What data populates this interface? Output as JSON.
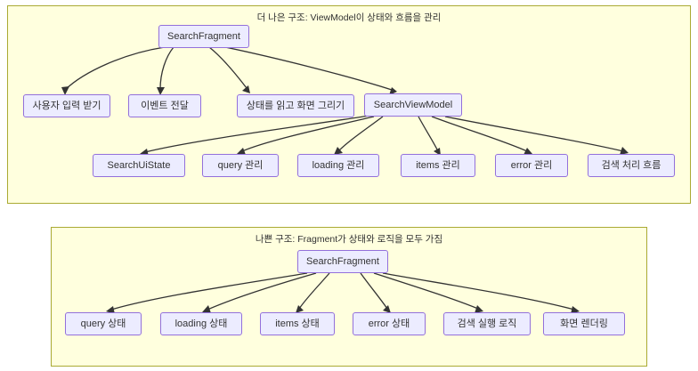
{
  "diagram": {
    "type": "flowchart",
    "panels": [
      {
        "id": "good",
        "title": "더 나은 구조: ViewModel이 상태와 흐름을 관리",
        "nodes": [
          {
            "id": "g-fragment",
            "label": "SearchFragment"
          },
          {
            "id": "g-input",
            "label": "사용자 입력 받기"
          },
          {
            "id": "g-event",
            "label": "이벤트 전달"
          },
          {
            "id": "g-render",
            "label": "상태를 읽고 화면 그리기"
          },
          {
            "id": "g-viewmodel",
            "label": "SearchViewModel"
          },
          {
            "id": "g-uistate",
            "label": "SearchUiState"
          },
          {
            "id": "g-query",
            "label": "query 관리"
          },
          {
            "id": "g-loading",
            "label": "loading 관리"
          },
          {
            "id": "g-items",
            "label": "items 관리"
          },
          {
            "id": "g-error",
            "label": "error 관리"
          },
          {
            "id": "g-flow",
            "label": "검색 처리 흐름"
          }
        ],
        "edges": [
          {
            "from": "g-fragment",
            "to": "g-input"
          },
          {
            "from": "g-fragment",
            "to": "g-event"
          },
          {
            "from": "g-fragment",
            "to": "g-render"
          },
          {
            "from": "g-fragment",
            "to": "g-viewmodel"
          },
          {
            "from": "g-viewmodel",
            "to": "g-uistate"
          },
          {
            "from": "g-viewmodel",
            "to": "g-query"
          },
          {
            "from": "g-viewmodel",
            "to": "g-loading"
          },
          {
            "from": "g-viewmodel",
            "to": "g-items"
          },
          {
            "from": "g-viewmodel",
            "to": "g-error"
          },
          {
            "from": "g-viewmodel",
            "to": "g-flow"
          }
        ]
      },
      {
        "id": "bad",
        "title": "나쁜 구조: Fragment가 상태와 로직을 모두 가짐",
        "nodes": [
          {
            "id": "b-fragment",
            "label": "SearchFragment"
          },
          {
            "id": "b-query",
            "label": "query 상태"
          },
          {
            "id": "b-loading",
            "label": "loading 상태"
          },
          {
            "id": "b-items",
            "label": "items 상태"
          },
          {
            "id": "b-error",
            "label": "error 상태"
          },
          {
            "id": "b-logic",
            "label": "검색 실행 로직"
          },
          {
            "id": "b-render",
            "label": "화면 렌더링"
          }
        ],
        "edges": [
          {
            "from": "b-fragment",
            "to": "b-query"
          },
          {
            "from": "b-fragment",
            "to": "b-loading"
          },
          {
            "from": "b-fragment",
            "to": "b-items"
          },
          {
            "from": "b-fragment",
            "to": "b-error"
          },
          {
            "from": "b-fragment",
            "to": "b-logic"
          },
          {
            "from": "b-fragment",
            "to": "b-render"
          }
        ]
      }
    ],
    "colors": {
      "panel_background": "#ffffde",
      "panel_border": "#aaaa33",
      "node_background": "#ececff",
      "node_border": "#9370db",
      "edge": "#333333",
      "text": "#333333"
    }
  }
}
